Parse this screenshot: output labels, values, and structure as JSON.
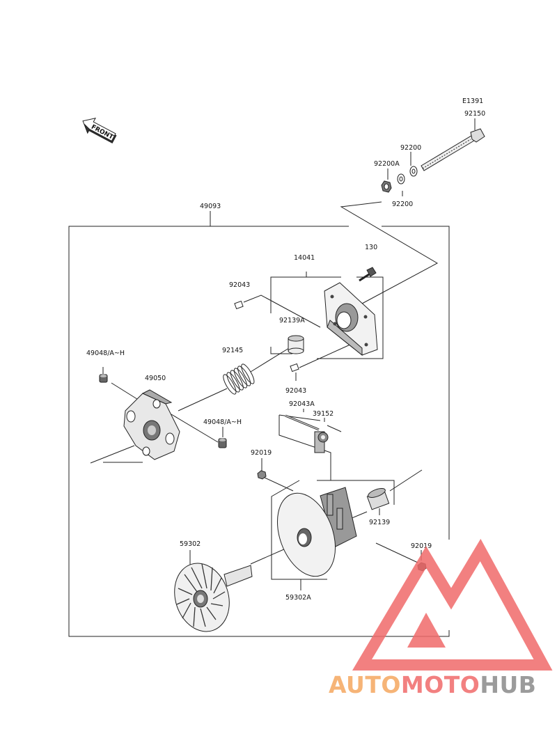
{
  "front_label": "FRONT",
  "labels": {
    "e1391": "E1391",
    "p92150": "92150",
    "p92200_top": "92200",
    "p92200a": "92200A",
    "p92200_bottom": "92200",
    "p49093": "49093",
    "p14041": "14041",
    "p130": "130",
    "p92043_top": "92043",
    "p92139a": "92139A",
    "p92145": "92145",
    "p49048_left": "49048/A~H",
    "p49050": "49050",
    "p92043_mid": "92043",
    "p92043a": "92043A",
    "p39152": "39152",
    "p49048_right": "49048/A~H",
    "p92019_left": "92019",
    "p92139": "92139",
    "p92019_right": "92019",
    "p59302": "59302",
    "p59302a": "59302A"
  },
  "watermark": {
    "part1": "AUTO",
    "part2": "MOTO",
    "part3": "HUB",
    "colors": {
      "orange": "#f5a860",
      "red": "#f06a6a",
      "grey": "#8a8a8a"
    }
  }
}
